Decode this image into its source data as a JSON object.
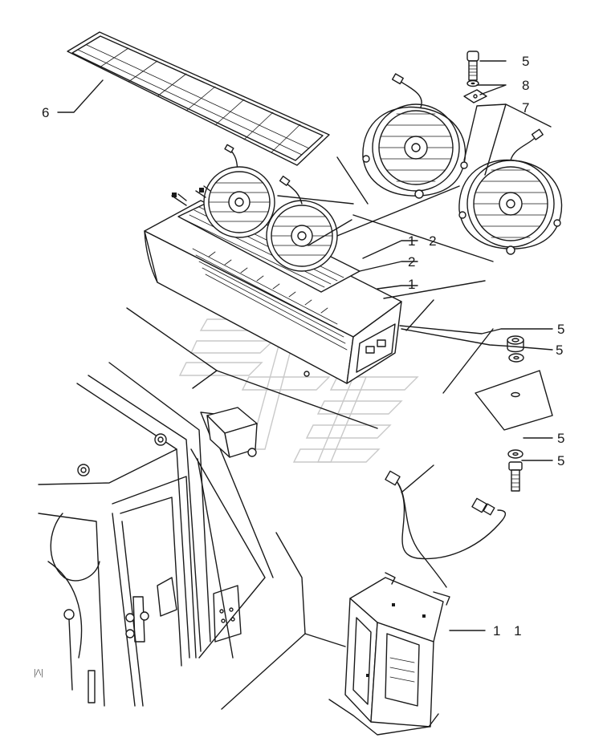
{
  "callouts": [
    {
      "id": "6",
      "text": "6"
    },
    {
      "id": "5a",
      "text": "5"
    },
    {
      "id": "8",
      "text": "8"
    },
    {
      "id": "7",
      "text": "7"
    },
    {
      "id": "12",
      "text": "1 2"
    },
    {
      "id": "2",
      "text": "2"
    },
    {
      "id": "1",
      "text": "1"
    },
    {
      "id": "5b",
      "text": "5"
    },
    {
      "id": "5c",
      "text": "5"
    },
    {
      "id": "5d",
      "text": "5"
    },
    {
      "id": "5e",
      "text": "5"
    },
    {
      "id": "11",
      "text": "1 1"
    }
  ],
  "colors": {
    "line": "#1a1a1a",
    "watermark": "#c9c9c9",
    "background": "#ffffff"
  }
}
